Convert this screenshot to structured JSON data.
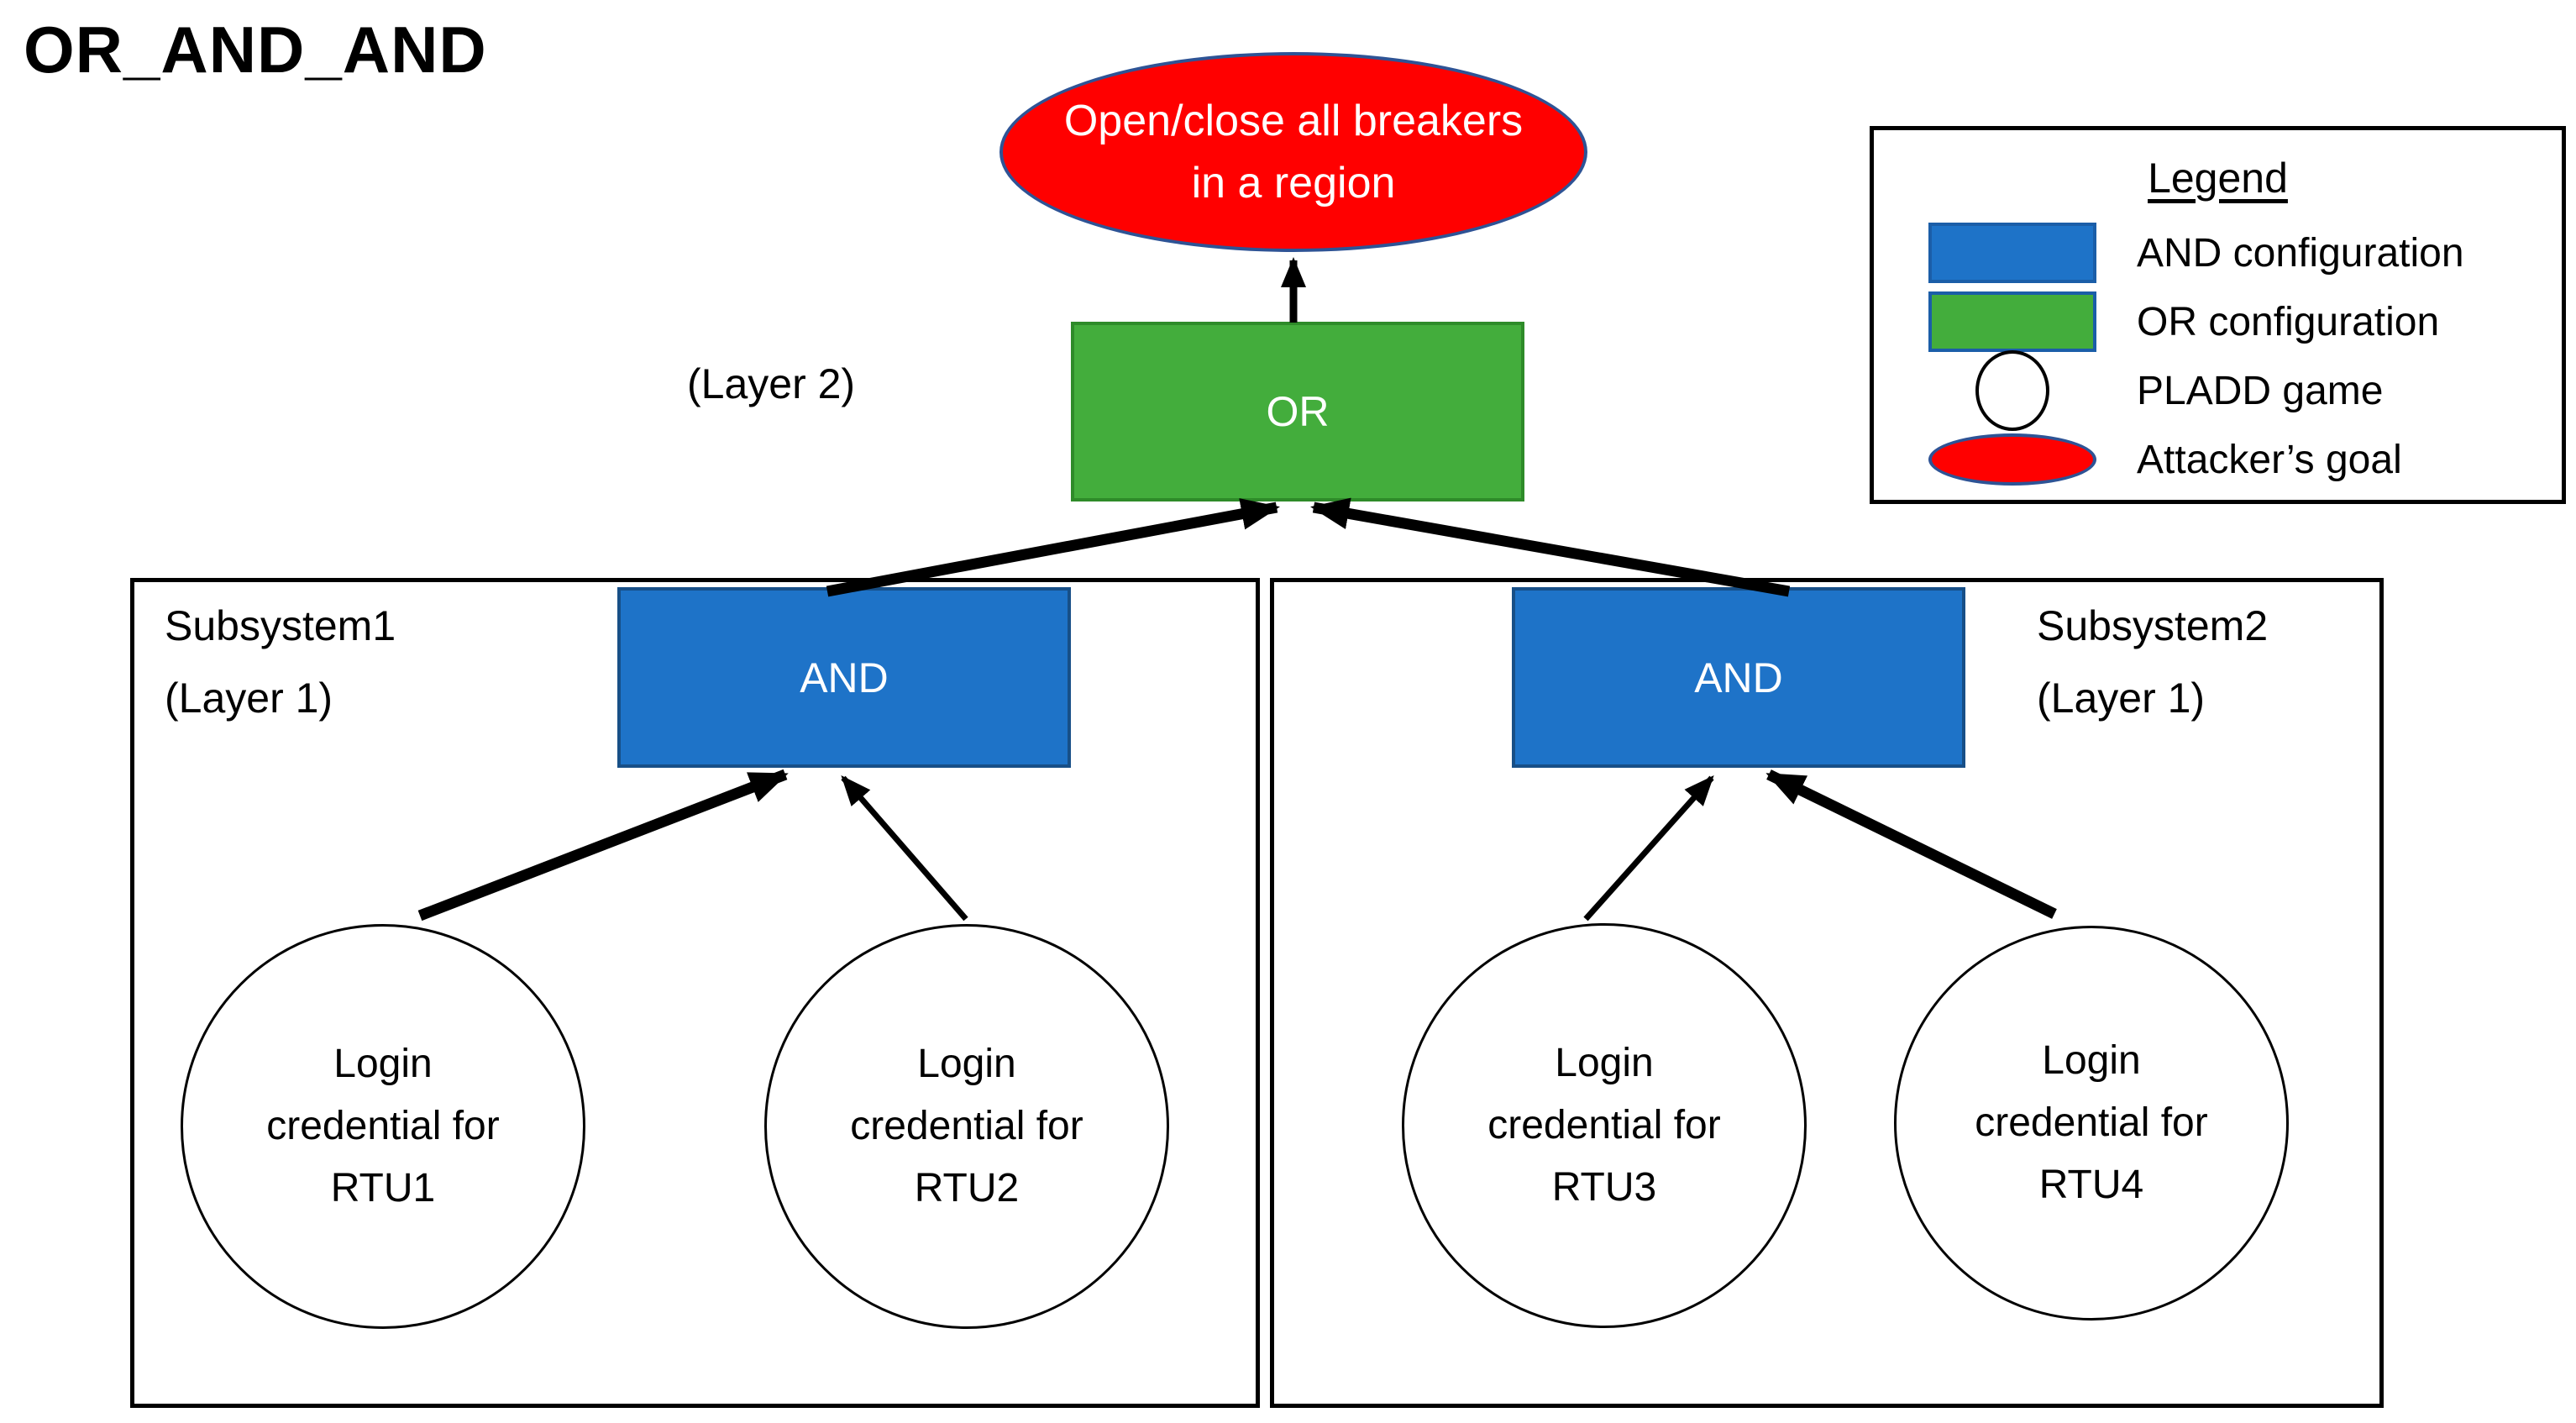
{
  "title": "OR_AND_AND",
  "tree": {
    "goal": {
      "label": "Open/close all breakers in a region"
    },
    "layer2_label": "(Layer 2)",
    "or_gate": {
      "label": "OR"
    },
    "subsystem1": {
      "name": "Subsystem1",
      "layer": "(Layer 1)",
      "gate": "AND",
      "leaf1": "Login credential for RTU1",
      "leaf2": "Login credential for RTU2"
    },
    "subsystem2": {
      "name": "Subsystem2",
      "layer": "(Layer 1)",
      "gate": "AND",
      "leaf1": "Login credential for RTU3",
      "leaf2": "Login credential for RTU4"
    }
  },
  "legend": {
    "title": "Legend",
    "items": [
      {
        "swatch": "and-rect-icon",
        "label": "AND configuration"
      },
      {
        "swatch": "or-rect-icon",
        "label": "OR configuration"
      },
      {
        "swatch": "pladd-circle-icon",
        "label": "PLADD game"
      },
      {
        "swatch": "goal-ellipse-icon",
        "label": "Attacker’s goal"
      }
    ]
  },
  "colors": {
    "background": "#FFFFFF",
    "and_fill": "#1E73C8",
    "and_border": "#174F87",
    "or_fill": "#43AD3C",
    "or_border": "#2E8B29",
    "goal_fill": "#FF0000",
    "goal_border": "#2E5395",
    "arrow": "#000000",
    "text": "#000000",
    "node_text": "#FFFFFF"
  }
}
